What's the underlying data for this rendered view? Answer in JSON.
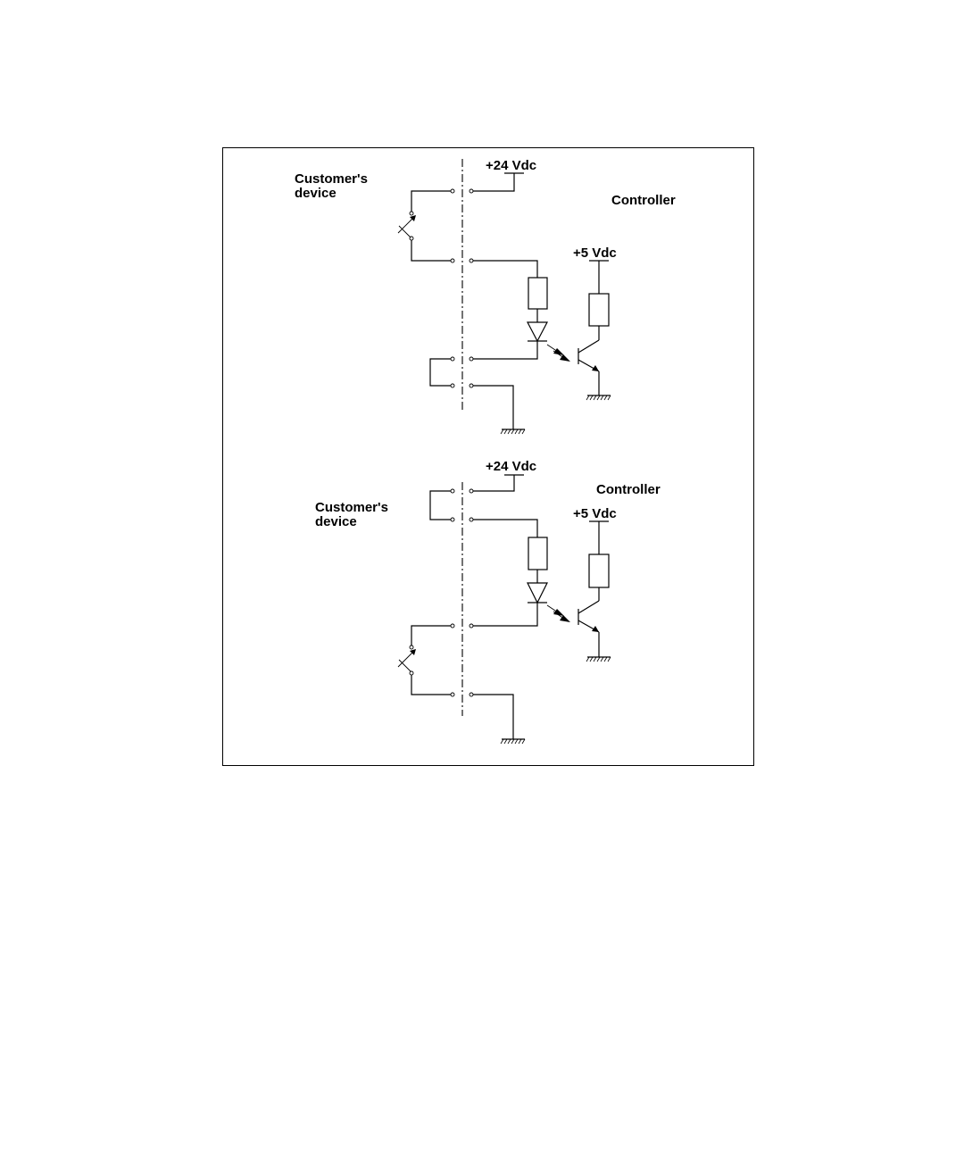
{
  "labels": {
    "top": {
      "device": [
        "Customer's",
        "device"
      ],
      "supply_24": "+24 Vdc",
      "controller": "Controller",
      "supply_5": "+5 Vdc"
    },
    "bottom": {
      "device": [
        "Customer's",
        "device"
      ],
      "supply_24": "+24 Vdc",
      "controller": "Controller",
      "supply_5": "+5 Vdc"
    }
  }
}
